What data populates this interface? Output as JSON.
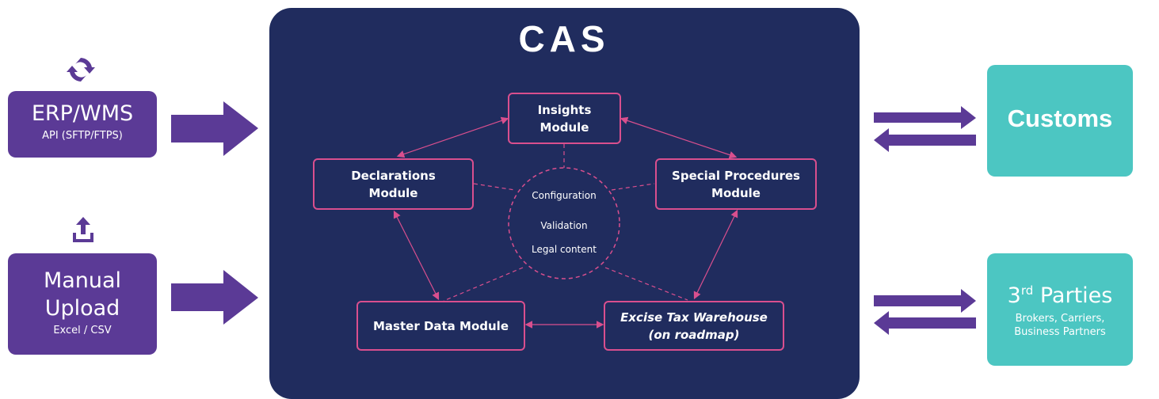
{
  "sources": {
    "erp": {
      "title": "ERP/WMS",
      "subtitle": "API (SFTP/FTPS)",
      "icon": "sync-icon"
    },
    "manual": {
      "title_line1": "Manual",
      "title_line2": "Upload",
      "subtitle": "Excel / CSV",
      "icon": "upload-icon"
    }
  },
  "platform": {
    "logo": "CAS",
    "modules": {
      "insights": [
        "Insights",
        "Module"
      ],
      "declarations": [
        "Declarations",
        "Module"
      ],
      "special": [
        "Special Procedures",
        "Module"
      ],
      "master": [
        "Master Data Module"
      ],
      "excise": [
        "Excise Tax Warehouse",
        "(on roadmap)"
      ]
    },
    "core": [
      "Configuration",
      "Validation",
      "Legal content"
    ]
  },
  "destinations": {
    "customs": {
      "title": "Customs"
    },
    "third": {
      "title_base": "3",
      "title_sup": "rd",
      "title_rest": " Parties",
      "line1": "Brokers, Carriers,",
      "line2": "Business Partners"
    }
  },
  "colors": {
    "purple": "#5b3a96",
    "navy": "#202c5e",
    "teal": "#4cc6c2",
    "pink": "#d94f8e"
  }
}
